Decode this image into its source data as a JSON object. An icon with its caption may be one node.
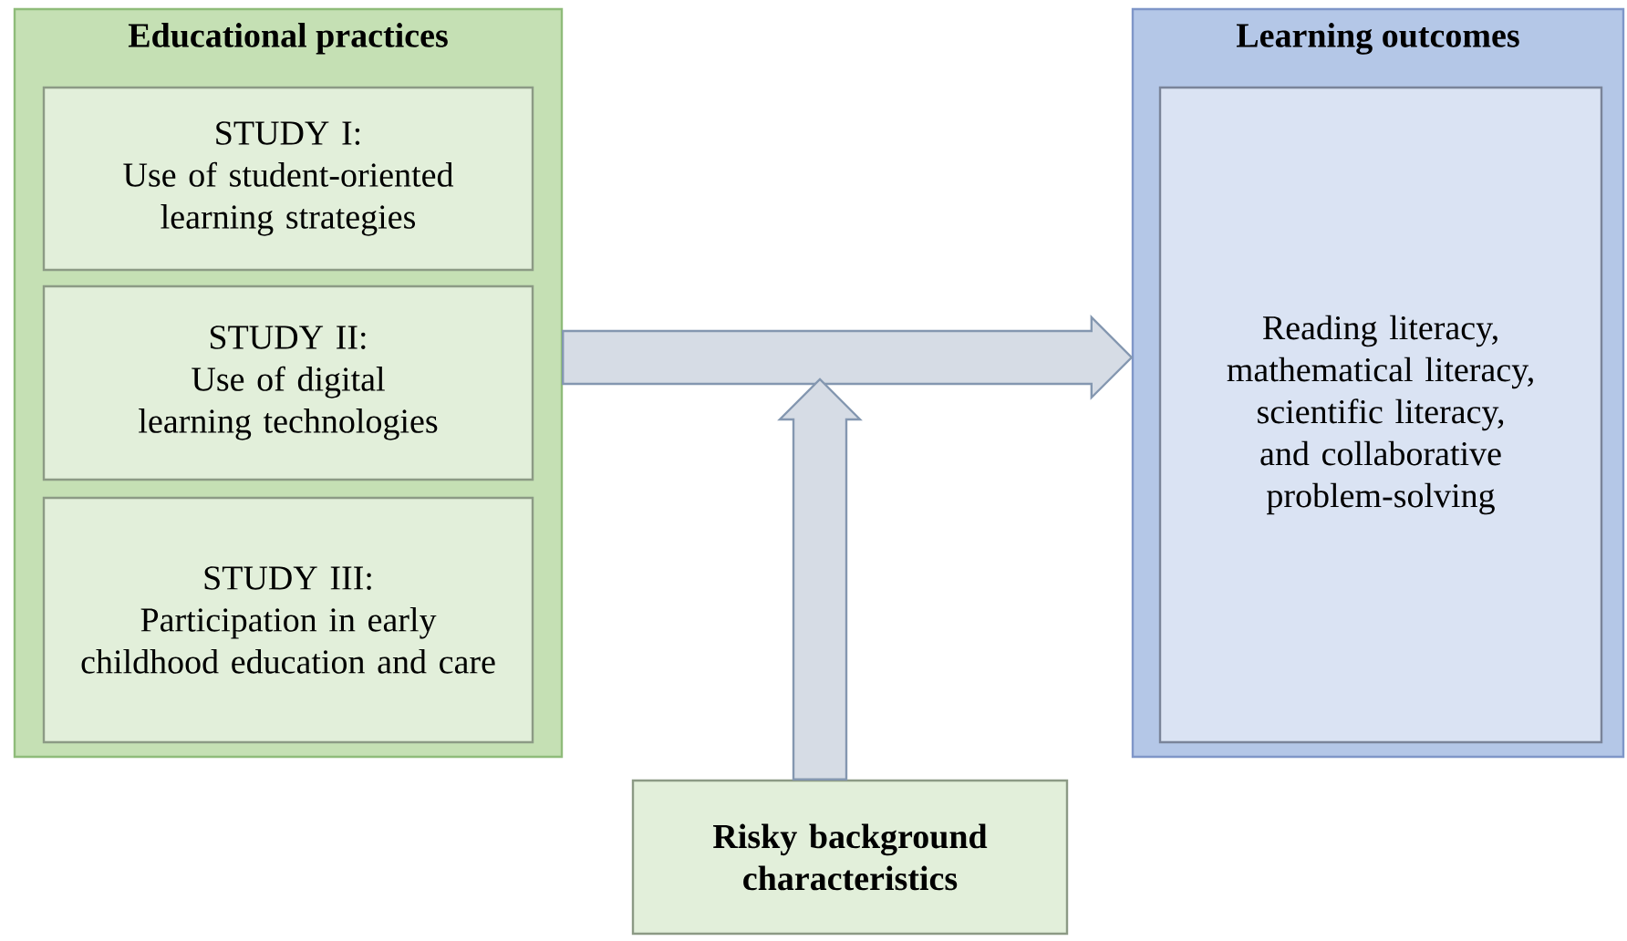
{
  "diagram": {
    "nodes": [
      {
        "text": [
          "Educational practices"
        ]
      },
      {
        "text": [
          "STUDY I:",
          "Use of student-oriented learning strategies"
        ],
        "in": 0
      },
      {
        "text": [
          "STUDY II:",
          "Use of digital learning technologies"
        ],
        "in": 0
      },
      {
        "text": [
          "STUDY III:",
          "Participation in early childhood education and care"
        ],
        "in": 0
      },
      {
        "text": [
          "Learning outcomes"
        ]
      },
      {
        "text": [
          "Reading literacy, mathematical literacy, scientific literacy, and collaborative problem-solving"
        ],
        "in": 4
      },
      {
        "text": [
          "Risky background characteristics"
        ]
      }
    ],
    "edges": [
      {
        "from": 0,
        "to": 4,
        "arrow": "to"
      },
      {
        "from": 6,
        "to": null,
        "arrow": "to"
      }
    ]
  }
}
